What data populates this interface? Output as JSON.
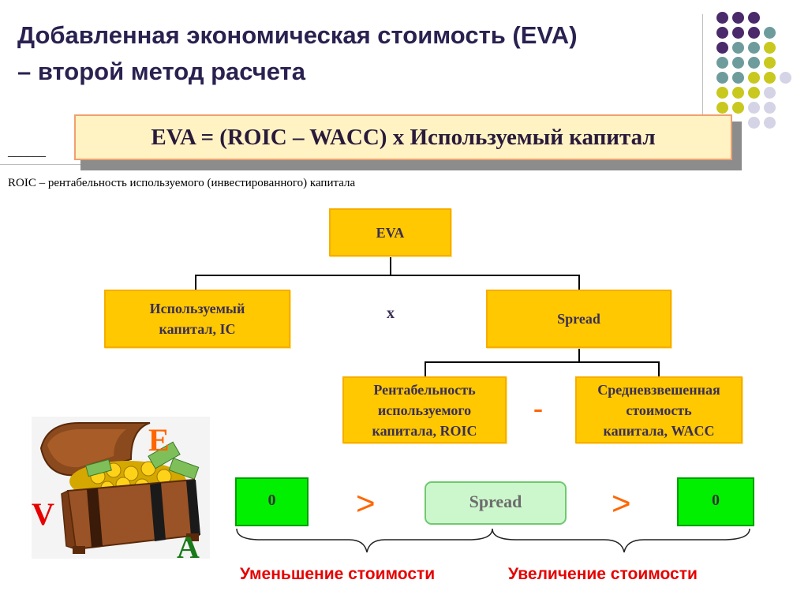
{
  "title": {
    "line1": "Добавленная экономическая стоимость (EVA)",
    "line2": "– второй метод расчета"
  },
  "formula": "EVA = (ROIC – WACC) x Используемый капитал",
  "footnote_dash": "______",
  "footnote": "ROIC – рентабельность используемого (инвестированного) капитала",
  "tree": {
    "root": "EVA",
    "ic_line1": "Используемый",
    "ic_line2": "капитал, IC",
    "multiply": "x",
    "spread": "Spread",
    "roic_line1": "Рентабельность",
    "roic_line2": "используемого",
    "roic_line3": "капитала, ROIC",
    "minus": "-",
    "wacc_line1": "Средневзвешенная",
    "wacc_line2": "стоимость",
    "wacc_line3": "капитала, WACC"
  },
  "scale": {
    "left_value": "0",
    "gt_left": ">",
    "center": "Spread",
    "gt_right": ">",
    "right_value": "0",
    "caption_left": "Уменьшение стоимости",
    "caption_right": "Увеличение стоимости"
  },
  "logo_letters": {
    "e": "E",
    "v": "V",
    "a": "A"
  },
  "colors": {
    "title": "#2a2150",
    "box_fill": "#ffc800",
    "box_border": "#f7ad00",
    "formula_fill": "#fff3c4",
    "green_box": "#00f000",
    "spread_box": "#ccf7cc",
    "operator": "#ff6600",
    "caption": "#e60000",
    "dot_purple": "#4a2a6a",
    "dot_teal": "#6e9c9c",
    "dot_olive": "#c8c81e",
    "dot_lavender": "#d4d4e6"
  },
  "icons": [
    "treasure-chest-icon"
  ]
}
